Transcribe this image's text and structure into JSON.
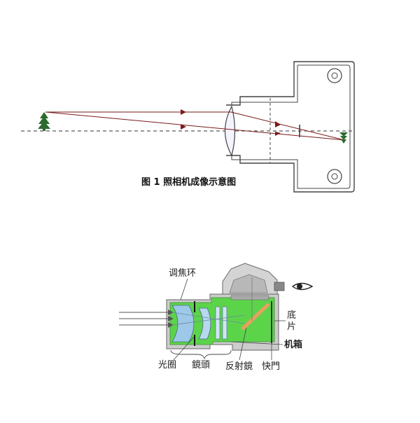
{
  "figure1": {
    "caption": "图 1  照相机成像示意图",
    "colors": {
      "ray": "#7a1a1a",
      "axis": "#333333",
      "tree": "#2e6b2e",
      "body": "#444444"
    }
  },
  "figure2": {
    "labels": {
      "focus_ring": "调焦环",
      "film_1": "底",
      "film_2": "片",
      "camera_body": "机箱",
      "aperture": "光圈",
      "lens": "鏡頭",
      "mirror": "反射鏡",
      "shutter": "快門"
    },
    "colors": {
      "green": "#5cd44a",
      "lens_blue": "#9ec8e8",
      "body_gray": "#c8c8c8",
      "mirror": "#e8a060"
    }
  }
}
